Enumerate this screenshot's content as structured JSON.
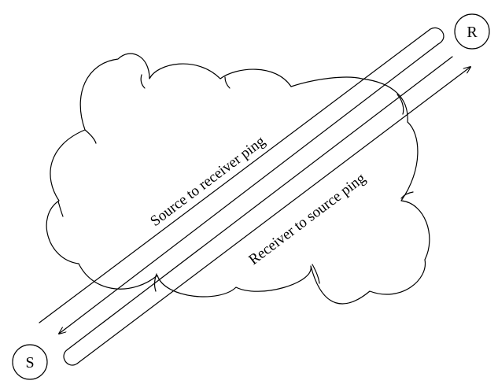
{
  "nodes": {
    "source": {
      "label": "S"
    },
    "receiver": {
      "label": "R"
    }
  },
  "labels": {
    "source_to_receiver": "Source to receiver ping",
    "receiver_to_source": "Receiver to source ping"
  }
}
